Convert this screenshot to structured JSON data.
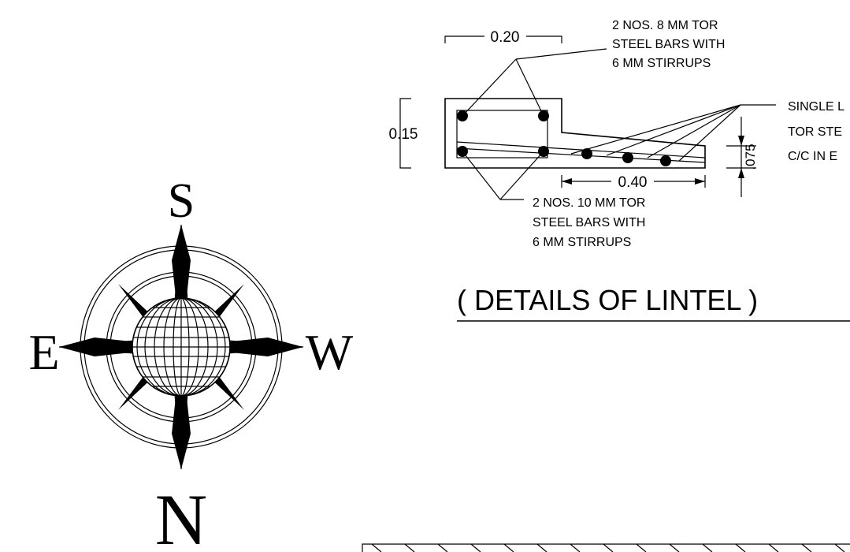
{
  "compass": {
    "north": "N",
    "south": "S",
    "east": "E",
    "west": "W"
  },
  "lintel": {
    "title": "( DETAILS OF LINTEL )",
    "dim_width": "0.20",
    "dim_depth": "0.15",
    "dim_projection": "0.40",
    "dim_slab": ".075",
    "top_bars_note": [
      "2 NOS.  8  MM  TOR",
      "STEEL  BARS  WITH",
      "6 MM  STIRRUPS"
    ],
    "bottom_bars_note": [
      "2 NOS. 10 MM  TOR",
      "STEEL  BARS  WITH",
      "6 MM  STIRRUPS"
    ],
    "slab_bars_note": [
      "SINGLE  L",
      "TOR  STE",
      "C/C  IN  E"
    ]
  }
}
